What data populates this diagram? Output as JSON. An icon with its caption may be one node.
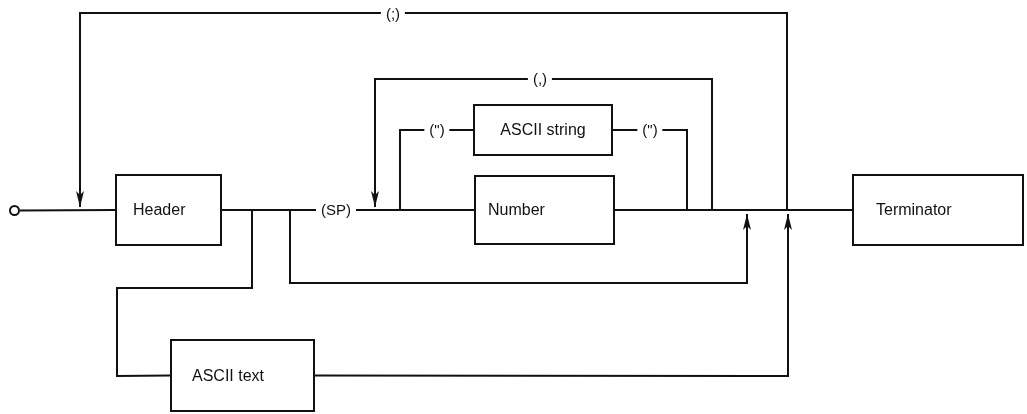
{
  "diagram": {
    "nodes": [
      {
        "text": [],
        "shape": "circle"
      },
      {
        "text": [
          "Header"
        ]
      },
      {
        "text": [
          "ASCII string"
        ]
      },
      {
        "text": [
          "Number"
        ]
      },
      {
        "text": [
          "Terminator"
        ]
      },
      {
        "text": [
          "ASCII text"
        ]
      }
    ],
    "edges": [
      {
        "from": 0,
        "to": 1,
        "arrow": "none"
      },
      {
        "from": 1,
        "to": 3,
        "label": "(SP)",
        "arrow": "none"
      },
      {
        "from": 3,
        "to": 4,
        "arrow": "none"
      },
      {
        "from": 1,
        "to": 5,
        "arrow": "none"
      },
      {
        "from": 5,
        "to": null,
        "arrow": "to"
      },
      {
        "from": 1,
        "to": null,
        "arrow": "to"
      },
      {
        "from": 3,
        "to": 2,
        "label": "(\")",
        "arrow": "none"
      },
      {
        "from": 2,
        "to": 4,
        "label": "(\")",
        "arrow": "none"
      },
      {
        "from": 3,
        "to": null,
        "label": "(,)",
        "arrow": "to"
      },
      {
        "from": 4,
        "to": null,
        "label": "(;)",
        "arrow": "to"
      }
    ]
  }
}
